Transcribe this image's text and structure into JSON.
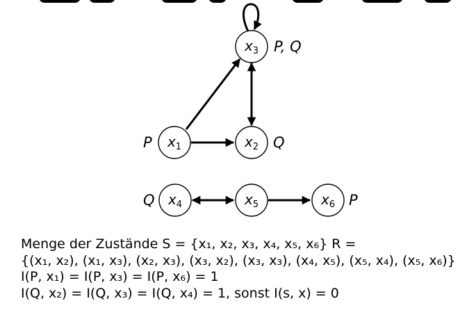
{
  "nodes": [
    {
      "id": "x3",
      "base": "x",
      "sub": "3",
      "props": "P, Q"
    },
    {
      "id": "x1",
      "base": "x",
      "sub": "1",
      "props": "P"
    },
    {
      "id": "x2",
      "base": "x",
      "sub": "2",
      "props": "Q"
    },
    {
      "id": "x4",
      "base": "x",
      "sub": "4",
      "props": "Q"
    },
    {
      "id": "x5",
      "base": "x",
      "sub": "5",
      "props": ""
    },
    {
      "id": "x6",
      "base": "x",
      "sub": "6",
      "props": "P"
    }
  ],
  "edges": [
    {
      "from": "x1",
      "to": "x2",
      "bidirectional": false
    },
    {
      "from": "x1",
      "to": "x3",
      "bidirectional": false
    },
    {
      "from": "x2",
      "to": "x3",
      "bidirectional": true
    },
    {
      "from": "x3",
      "to": "x3",
      "bidirectional": false
    },
    {
      "from": "x4",
      "to": "x5",
      "bidirectional": true
    },
    {
      "from": "x5",
      "to": "x6",
      "bidirectional": false
    }
  ],
  "text": {
    "line1": "Menge der Zustände S = {x₁, x₂, x₃, x₄, x₅, x₆} R =",
    "line2": "{(x₁, x₂), (x₁, x₃), (x₂, x₃), (x₃, x₂), (x₃, x₃), (x₄, x₅), (x₅, x₄), (x₅, x₆)}",
    "line3": "I(P, x₁) = I(P, x₃) = I(P, x₆) = 1",
    "line4": "I(Q, x₂) = I(Q, x₃) = I(Q, x₄) = 1,  sonst I(s, x) = 0"
  }
}
